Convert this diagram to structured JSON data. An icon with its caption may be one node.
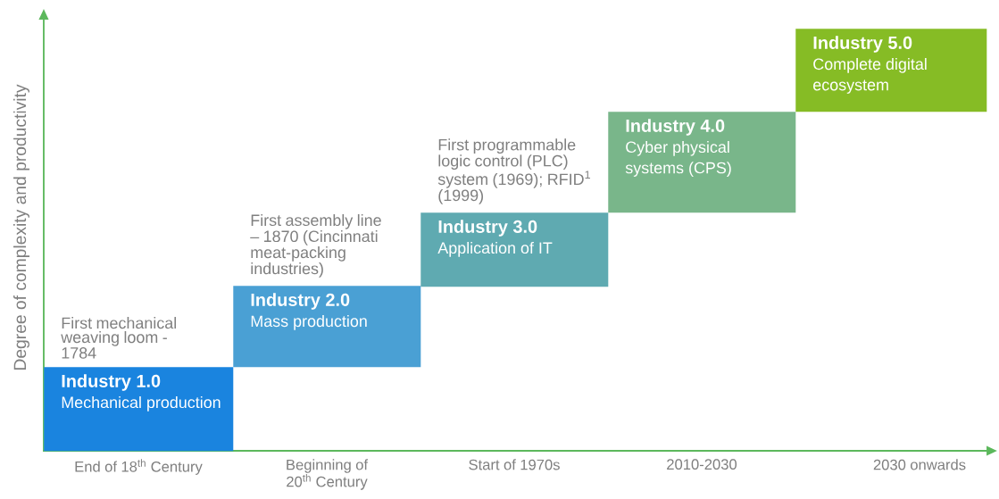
{
  "diagram": {
    "nodes": [
      {
        "text": [
          "Industry 1.0",
          "Mechanical production"
        ],
        "beside": [
          "First mechanical weaving loom - 1784"
        ]
      },
      {
        "text": [
          "Industry 2.0",
          "Mass production"
        ],
        "beside": [
          "First assembly line – 1870 (Cincinnati meat-packing industries)"
        ]
      },
      {
        "text": [
          "Industry 3.0",
          "Application of IT"
        ],
        "beside": [
          "First programmable logic control (PLC) system (1969); RFID$^{1}$ (1999)"
        ]
      },
      {
        "text": [
          "Industry 4.0",
          "Cyber physical systems (CPS)"
        ]
      },
      {
        "text": [
          "Industry 5.0",
          "Complete digital ecosystem"
        ]
      }
    ],
    "labels": [
      "Degree of complexity and productivity",
      "End of 18$^{th}$ Century",
      "Beginning of 20$^{th}$ Century",
      "Start of 1970s",
      "2010-2030",
      "2030 onwards"
    ]
  }
}
